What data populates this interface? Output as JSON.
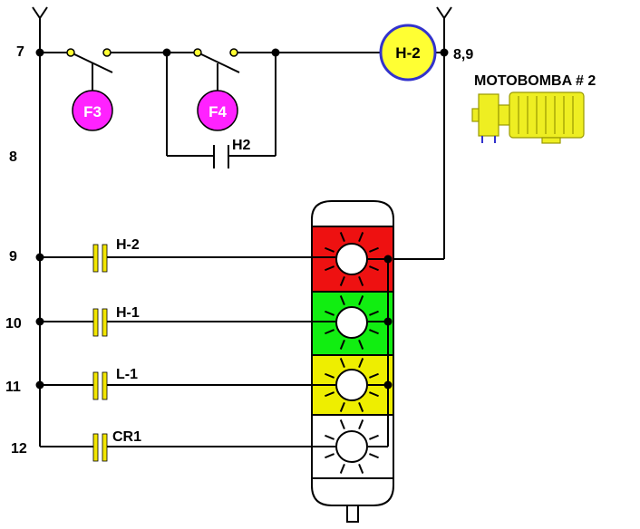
{
  "rungs": {
    "r7": "7",
    "r8": "8",
    "r9": "9",
    "r10": "10",
    "r11": "11",
    "r12": "12",
    "crossref": "8,9"
  },
  "coil": {
    "label": "H-2"
  },
  "fuses": {
    "f3": "F3",
    "f4": "F4"
  },
  "contacts": {
    "seal_in": "H2",
    "c9": "H-2",
    "c10": "H-1",
    "c11": "L-1",
    "c12": "CR1"
  },
  "motor": {
    "title": "MOTOBOMBA # 2"
  },
  "colors": {
    "wire": "#000000",
    "fuse": "#ff22ff",
    "coil_fill": "#ffff33",
    "coil_stroke": "#3333cc",
    "contact": "#f2e600",
    "lamp_red": "#ee1111",
    "lamp_green": "#11ee11",
    "lamp_yellow": "#eeee00",
    "lamp_white": "#ffffff",
    "motor": "#eeee22"
  }
}
